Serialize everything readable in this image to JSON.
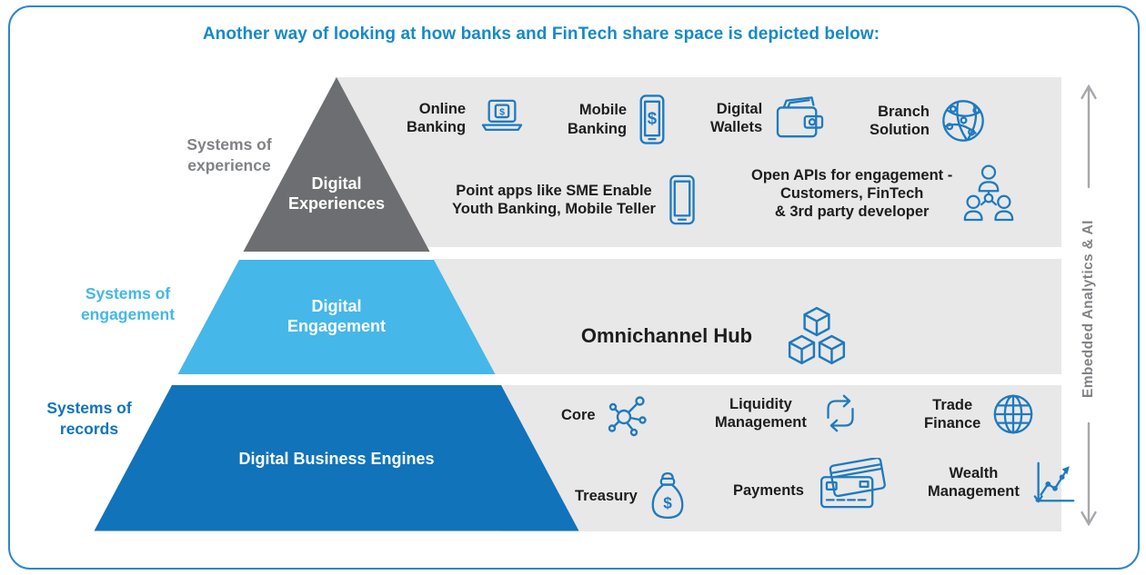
{
  "title": "Another way of looking at how banks and FinTech share space is depicted below:",
  "left_labels": {
    "experience": {
      "line1": "Systems of",
      "line2": "experience"
    },
    "engagement": {
      "line1": "Systems of",
      "line2": "engagement"
    },
    "records": {
      "line1": "Systems of",
      "line2": "records"
    }
  },
  "pyramid": {
    "experience": {
      "line1": "Digital",
      "line2": "Experiences"
    },
    "engagement": {
      "line1": "Digital",
      "line2": "Engagement"
    },
    "records": {
      "label": "Digital Business Engines"
    }
  },
  "experience_band": {
    "online_banking": {
      "line1": "Online",
      "line2": "Banking",
      "icon": "laptop-dollar-icon"
    },
    "mobile_banking": {
      "line1": "Mobile",
      "line2": "Banking",
      "icon": "smartphone-dollar-icon"
    },
    "digital_wallets": {
      "line1": "Digital",
      "line2": "Wallets",
      "icon": "wallet-icon"
    },
    "branch_solution": {
      "line1": "Branch",
      "line2": "Solution",
      "icon": "globe-network-icon"
    },
    "point_apps": {
      "line1": "Point apps like SME Enable",
      "line2": "Youth Banking, Mobile Teller",
      "icon": "smartphone-icon"
    },
    "open_apis": {
      "line1": "Open APIs for engagement -",
      "line2": "Customers, FinTech",
      "line3": "& 3rd party developer",
      "icon": "people-network-icon"
    }
  },
  "engagement_band": {
    "omnichannel_hub": {
      "label": "Omnichannel Hub",
      "icon": "cubes-icon"
    }
  },
  "records_band": {
    "core": {
      "label": "Core",
      "icon": "network-hub-icon"
    },
    "liquidity": {
      "line1": "Liquidity",
      "line2": "Management",
      "icon": "cycle-arrows-icon"
    },
    "trade_finance": {
      "line1": "Trade",
      "line2": "Finance",
      "icon": "globe-grid-icon"
    },
    "treasury": {
      "label": "Treasury",
      "icon": "money-bag-icon"
    },
    "payments": {
      "label": "Payments",
      "icon": "credit-cards-icon"
    },
    "wealth": {
      "line1": "Wealth",
      "line2": "Management",
      "icon": "growth-chart-icon"
    }
  },
  "right_rail": {
    "label": "Embedded Analytics & AI"
  },
  "glyphs": {
    "dollar": "$"
  },
  "colors": {
    "title_blue": "#1789c9",
    "tier_experience_gray": "#6d6e71",
    "tier_engagement_blue": "#45b7e8",
    "tier_records_blue": "#1173ba",
    "band_gray": "#e8e8e8",
    "icon_blue": "#1e7abf",
    "rail_gray": "#a6a8ab",
    "side_label_gray": "#808285",
    "border_blue": "#2e86c8",
    "item_text": "#1d1d1f"
  }
}
